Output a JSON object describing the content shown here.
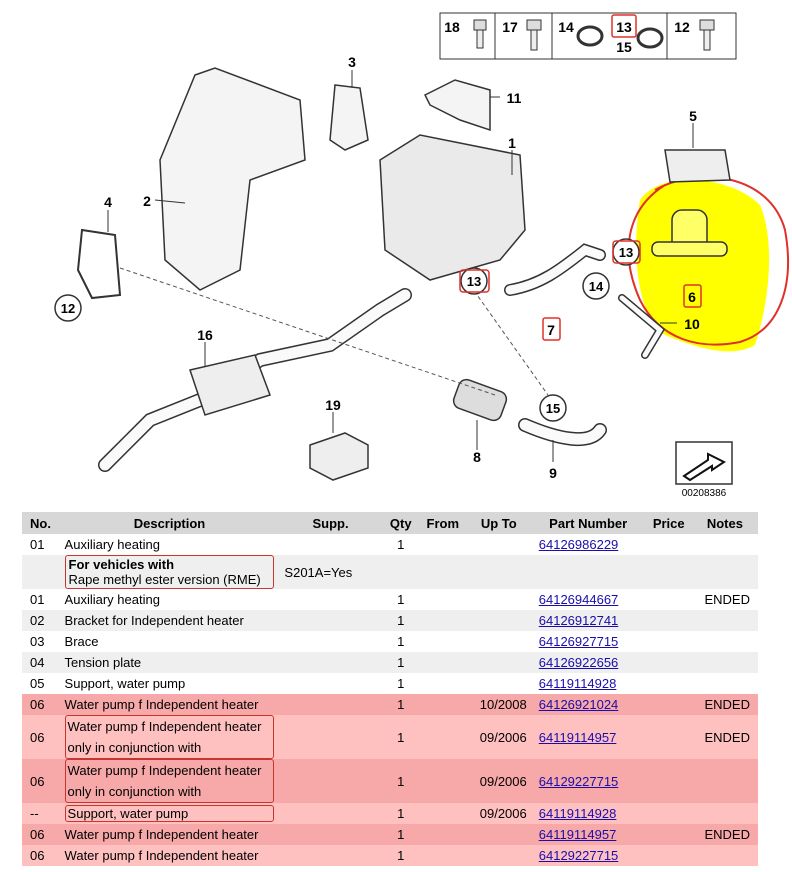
{
  "diagram": {
    "image_code": "00208386",
    "callouts": [
      "1",
      "2",
      "3",
      "4",
      "5",
      "6",
      "7",
      "8",
      "9",
      "10",
      "11",
      "12",
      "13",
      "13",
      "14",
      "15",
      "16",
      "19"
    ],
    "legend_parts": [
      "18",
      "17",
      "14",
      "13",
      "15",
      "12"
    ]
  },
  "table": {
    "headers": [
      "No.",
      "Description",
      "Supp.",
      "Qty",
      "From",
      "Up To",
      "Part Number",
      "Price",
      "Notes"
    ],
    "rows": [
      {
        "no": "01",
        "desc": "Auxiliary heating",
        "supp": "",
        "qty": "1",
        "from": "",
        "upto": "",
        "part": "64126986229",
        "notes": ""
      },
      {
        "no": "",
        "desc_title": "For vehicles with",
        "desc": "Rape methyl ester version (RME)",
        "supp": "S201A=Yes",
        "qty": "",
        "from": "",
        "upto": "",
        "part": "",
        "notes": ""
      },
      {
        "no": "01",
        "desc": "Auxiliary heating",
        "supp": "",
        "qty": "1",
        "from": "",
        "upto": "",
        "part": "64126944667",
        "notes": "ENDED"
      },
      {
        "no": "02",
        "desc": "Bracket for Independent heater",
        "supp": "",
        "qty": "1",
        "from": "",
        "upto": "",
        "part": "64126912741",
        "notes": ""
      },
      {
        "no": "03",
        "desc": "Brace",
        "supp": "",
        "qty": "1",
        "from": "",
        "upto": "",
        "part": "64126927715",
        "notes": ""
      },
      {
        "no": "04",
        "desc": "Tension plate",
        "supp": "",
        "qty": "1",
        "from": "",
        "upto": "",
        "part": "64126922656",
        "notes": ""
      },
      {
        "no": "05",
        "desc": "Support, water pump",
        "supp": "",
        "qty": "1",
        "from": "",
        "upto": "",
        "part": "64119114928",
        "notes": ""
      },
      {
        "no": "06",
        "desc": "Water pump f Independent heater",
        "supp": "",
        "qty": "1",
        "from": "",
        "upto": "10/2008",
        "part": "64126921024",
        "notes": "ENDED"
      },
      {
        "no": "06",
        "desc": "Water pump f Independent heater",
        "desc2": "only in conjunction with",
        "supp": "",
        "qty": "1",
        "from": "",
        "upto": "09/2006",
        "part": "64119114957",
        "notes": "ENDED"
      },
      {
        "no": "06",
        "desc": "Water pump f Independent heater",
        "desc2": "only in conjunction with",
        "supp": "",
        "qty": "1",
        "from": "",
        "upto": "09/2006",
        "part": "64129227715",
        "notes": ""
      },
      {
        "no": "--",
        "desc": "Support, water pump",
        "supp": "",
        "qty": "1",
        "from": "",
        "upto": "09/2006",
        "part": "64119114928",
        "notes": ""
      },
      {
        "no": "06",
        "desc": "Water pump f Independent heater",
        "supp": "",
        "qty": "1",
        "from": "",
        "upto": "",
        "part": "64119114957",
        "notes": "ENDED"
      },
      {
        "no": "06",
        "desc": "Water pump f Independent heater",
        "supp": "",
        "qty": "1",
        "from": "",
        "upto": "",
        "part": "64129227715",
        "notes": ""
      }
    ]
  },
  "colors": {
    "highlight_yellow": "#ffff00",
    "annotation_red": "#e0302a",
    "header_grey": "#d7d7d7",
    "row_pink": "#ffc0c0",
    "link_blue": "#1a0dab"
  }
}
